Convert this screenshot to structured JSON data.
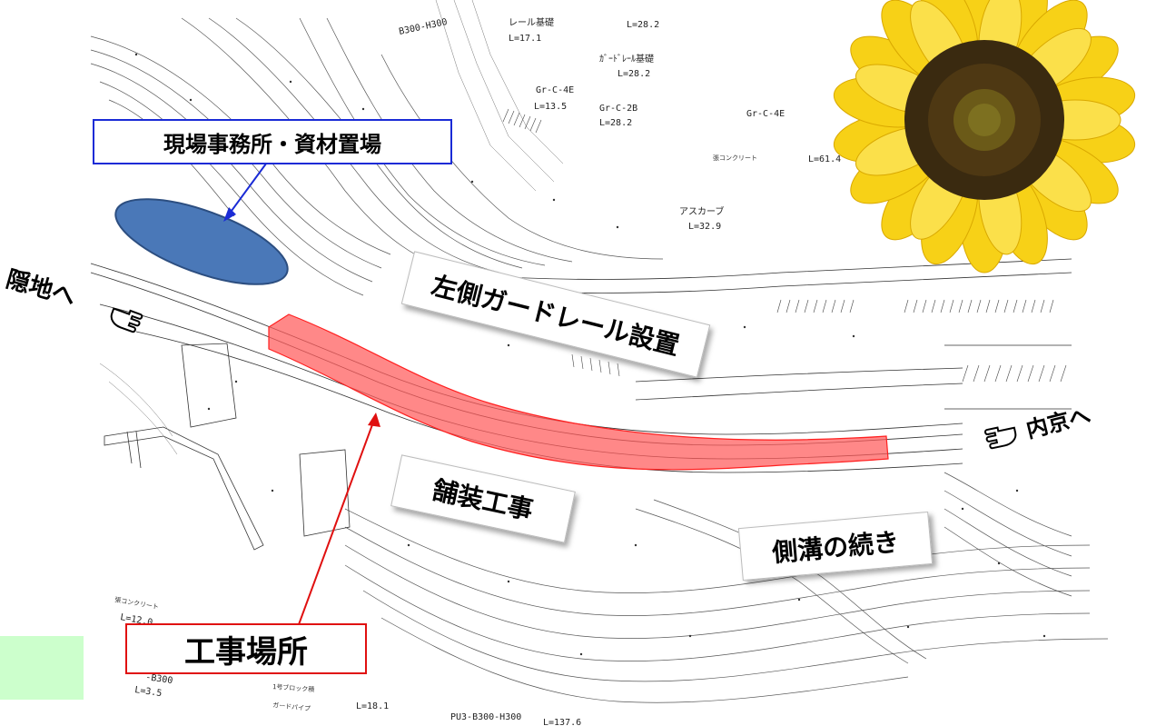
{
  "callouts": {
    "office_yard": "現場事務所・資材置場",
    "guardrail": "左側ガードレール設置",
    "paving": "舗装工事",
    "side_ditch": "側溝の続き",
    "worksite": "工事場所"
  },
  "directions": {
    "left": "隠地へ",
    "right": "内京へ"
  },
  "plan_annotations": {
    "l_28_2_top": "L=28.2",
    "guardrail_foundation_1": "レール基礎",
    "l_17_1": "L=17.1",
    "b300_h300": "B300-H300",
    "guardrail_foundation_2": "ｶﾞｰﾄﾞﾚｰﾙ基礎",
    "l_28_2_mid": "L=28.2",
    "grc4e_1": "Gr-C-4E",
    "l_13_5": "L=13.5",
    "grc2b": "Gr-C-2B",
    "l_28_2_low": "L=28.2",
    "grc4e_2": "Gr-C-4E",
    "concrete_pave": "張コンクリート",
    "l_61_4": "L=61.4",
    "ascurve": "アスカーブ",
    "l_32_9": "L=32.9",
    "concrete_pave_2": "張コンクリート",
    "l_12_0": "L=12.0",
    "b300_2": "-B300",
    "l_3_5": "L=3.5",
    "block": "1号ブロック積",
    "l_18_1": "L=18.1",
    "guard_pipe": "ガードパイプ",
    "pu3": "PU3-B300-H300",
    "l_137": "L=137.6"
  },
  "colors": {
    "office_ellipse": "#4a78b8",
    "work_zone": "#ff5a5a",
    "blue_border": "#1a2bd6",
    "red_border": "#e01010",
    "green_box": "#ccffcc",
    "petal": "#f7d117",
    "flower_center": "#3a2a10"
  },
  "icons": {
    "left_pointer": "hand-pointer-icon",
    "right_pointer": "hand-pointer-icon"
  }
}
